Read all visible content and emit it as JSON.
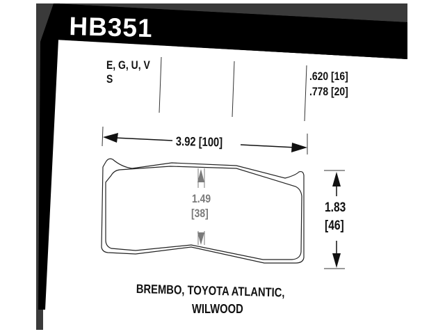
{
  "header": {
    "part_number": "HB351",
    "band_color": "#000000",
    "shadow_color": "#3a3a3a"
  },
  "compounds": {
    "line1": "E, G, U, V",
    "line2": "S"
  },
  "thickness": {
    "line1": ".620 [16]",
    "line2": ".778 [20]"
  },
  "dimensions": {
    "width_label": "3.92 [100]",
    "height_label_in": "1.83",
    "height_label_mm": "[46]",
    "inner_height_in": "1.49",
    "inner_height_mm": "[38]",
    "inner_color": "#7a7a7a"
  },
  "applications": {
    "line1": "BREMBO, TOYOTA ATLANTIC,",
    "line2": "WILWOOD"
  }
}
